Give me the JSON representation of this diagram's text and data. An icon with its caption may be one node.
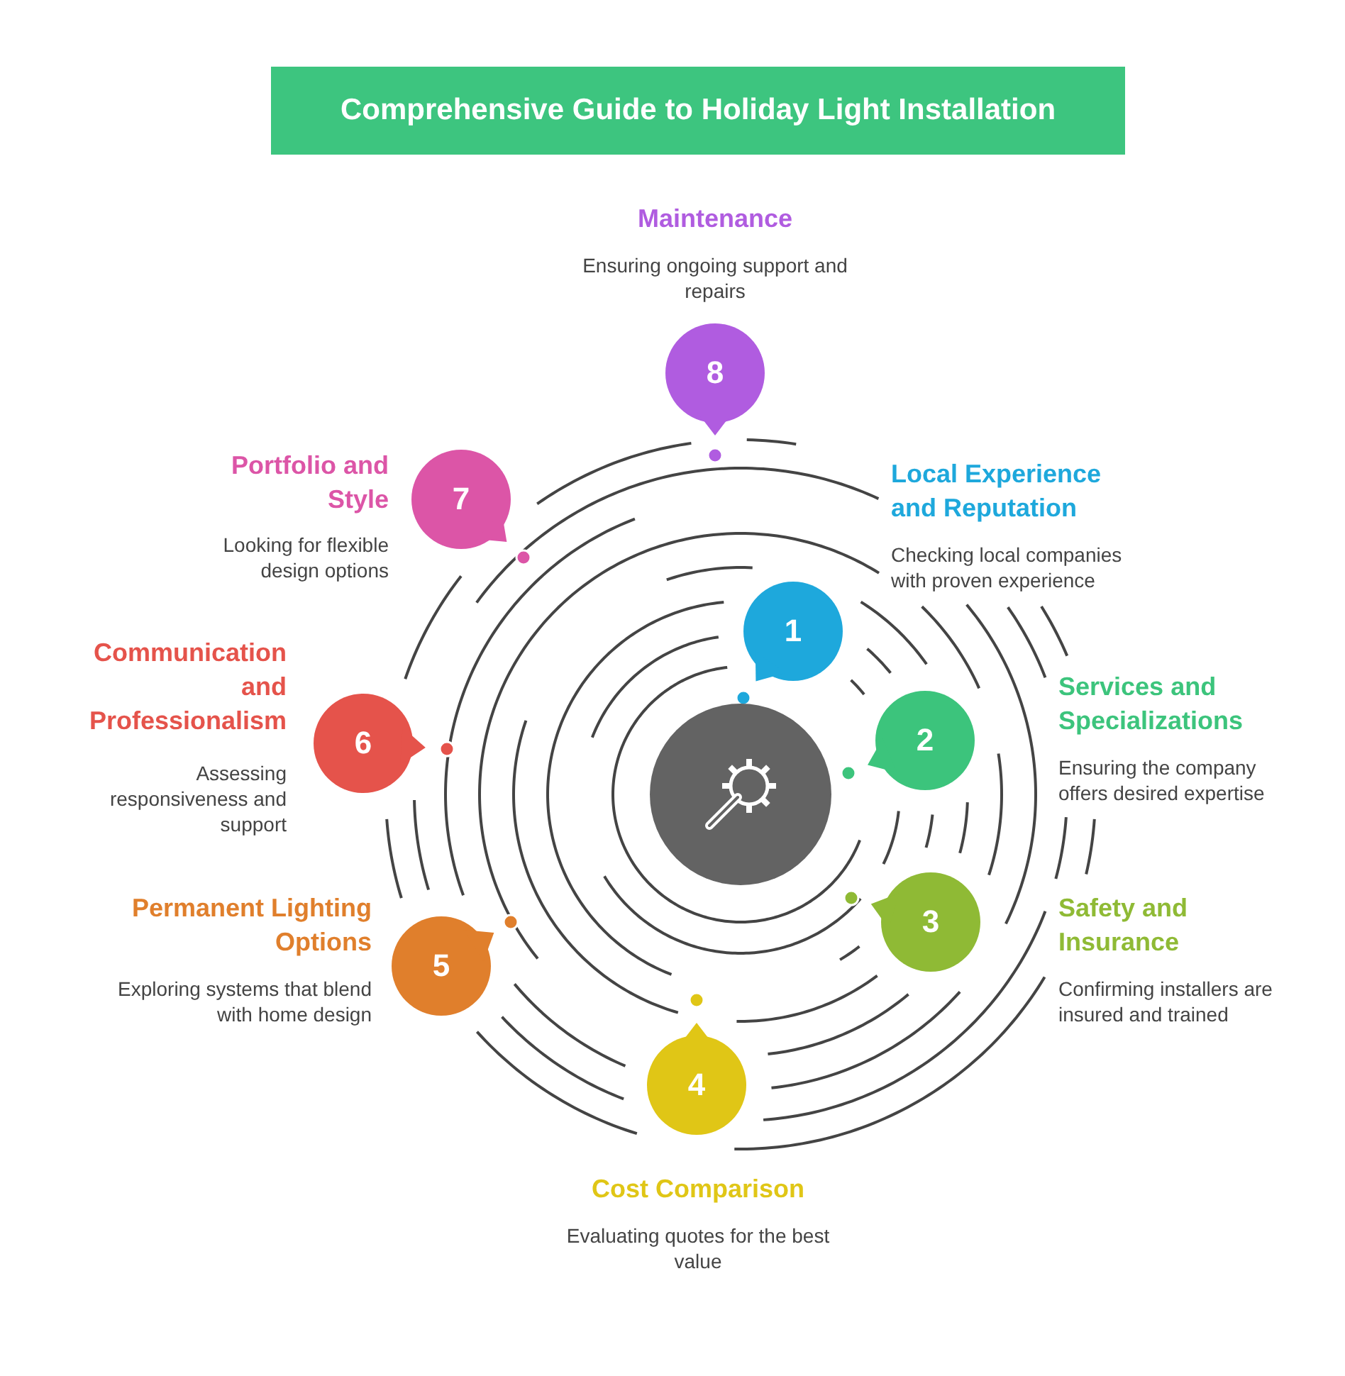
{
  "diagram": {
    "title": "Comprehensive Guide to Holiday Light Installation",
    "nodes": [
      {
        "text": [
          "Local Experience and Reputation",
          "Checking local companies with proven experience",
          "1"
        ]
      },
      {
        "text": [
          "2",
          "Services and Specializations",
          "Ensuring the company offers desired expertise"
        ]
      },
      {
        "text": [
          "3",
          "Safety and Insurance",
          "Confirming installers are insured and trained"
        ]
      },
      {
        "text": [
          "4",
          "Cost Comparison",
          "Evaluating quotes for the best value"
        ]
      },
      {
        "text": [
          "Permanent Lighting Options",
          "Exploring systems that blend with home design",
          "5"
        ]
      },
      {
        "text": [
          "Communication and Professionalism",
          "Assessing responsiveness and support",
          "6"
        ]
      },
      {
        "text": [
          "Portfolio and Style",
          "Looking for flexible design options",
          "7"
        ]
      },
      {
        "text": [
          "Maintenance",
          "Ensuring ongoing support and repairs",
          "8"
        ]
      }
    ]
  }
}
